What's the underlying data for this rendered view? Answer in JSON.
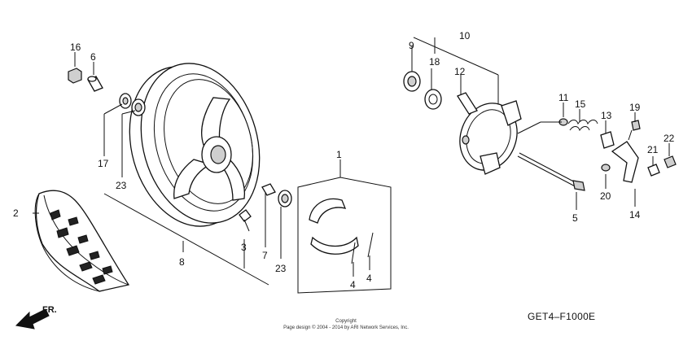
{
  "diagram": {
    "callouts": {
      "c1": "1",
      "c2": "2",
      "c3": "3",
      "c4a": "4",
      "c4b": "4",
      "c5": "5",
      "c6": "6",
      "c7": "7",
      "c8": "8",
      "c9": "9",
      "c10": "10",
      "c11": "11",
      "c12": "12",
      "c13": "13",
      "c14": "14",
      "c15": "15",
      "c16": "16",
      "c17": "17",
      "c18": "18",
      "c19": "19",
      "c20": "20",
      "c21": "21",
      "c22": "22",
      "c23a": "23",
      "c23b": "23"
    },
    "direction_label": "FR.",
    "diagram_code": "GET4–F1000E",
    "copyright_line1": "Copyright",
    "copyright_line2": "Page design © 2004 - 2014 by ARI Network Services, Inc."
  }
}
